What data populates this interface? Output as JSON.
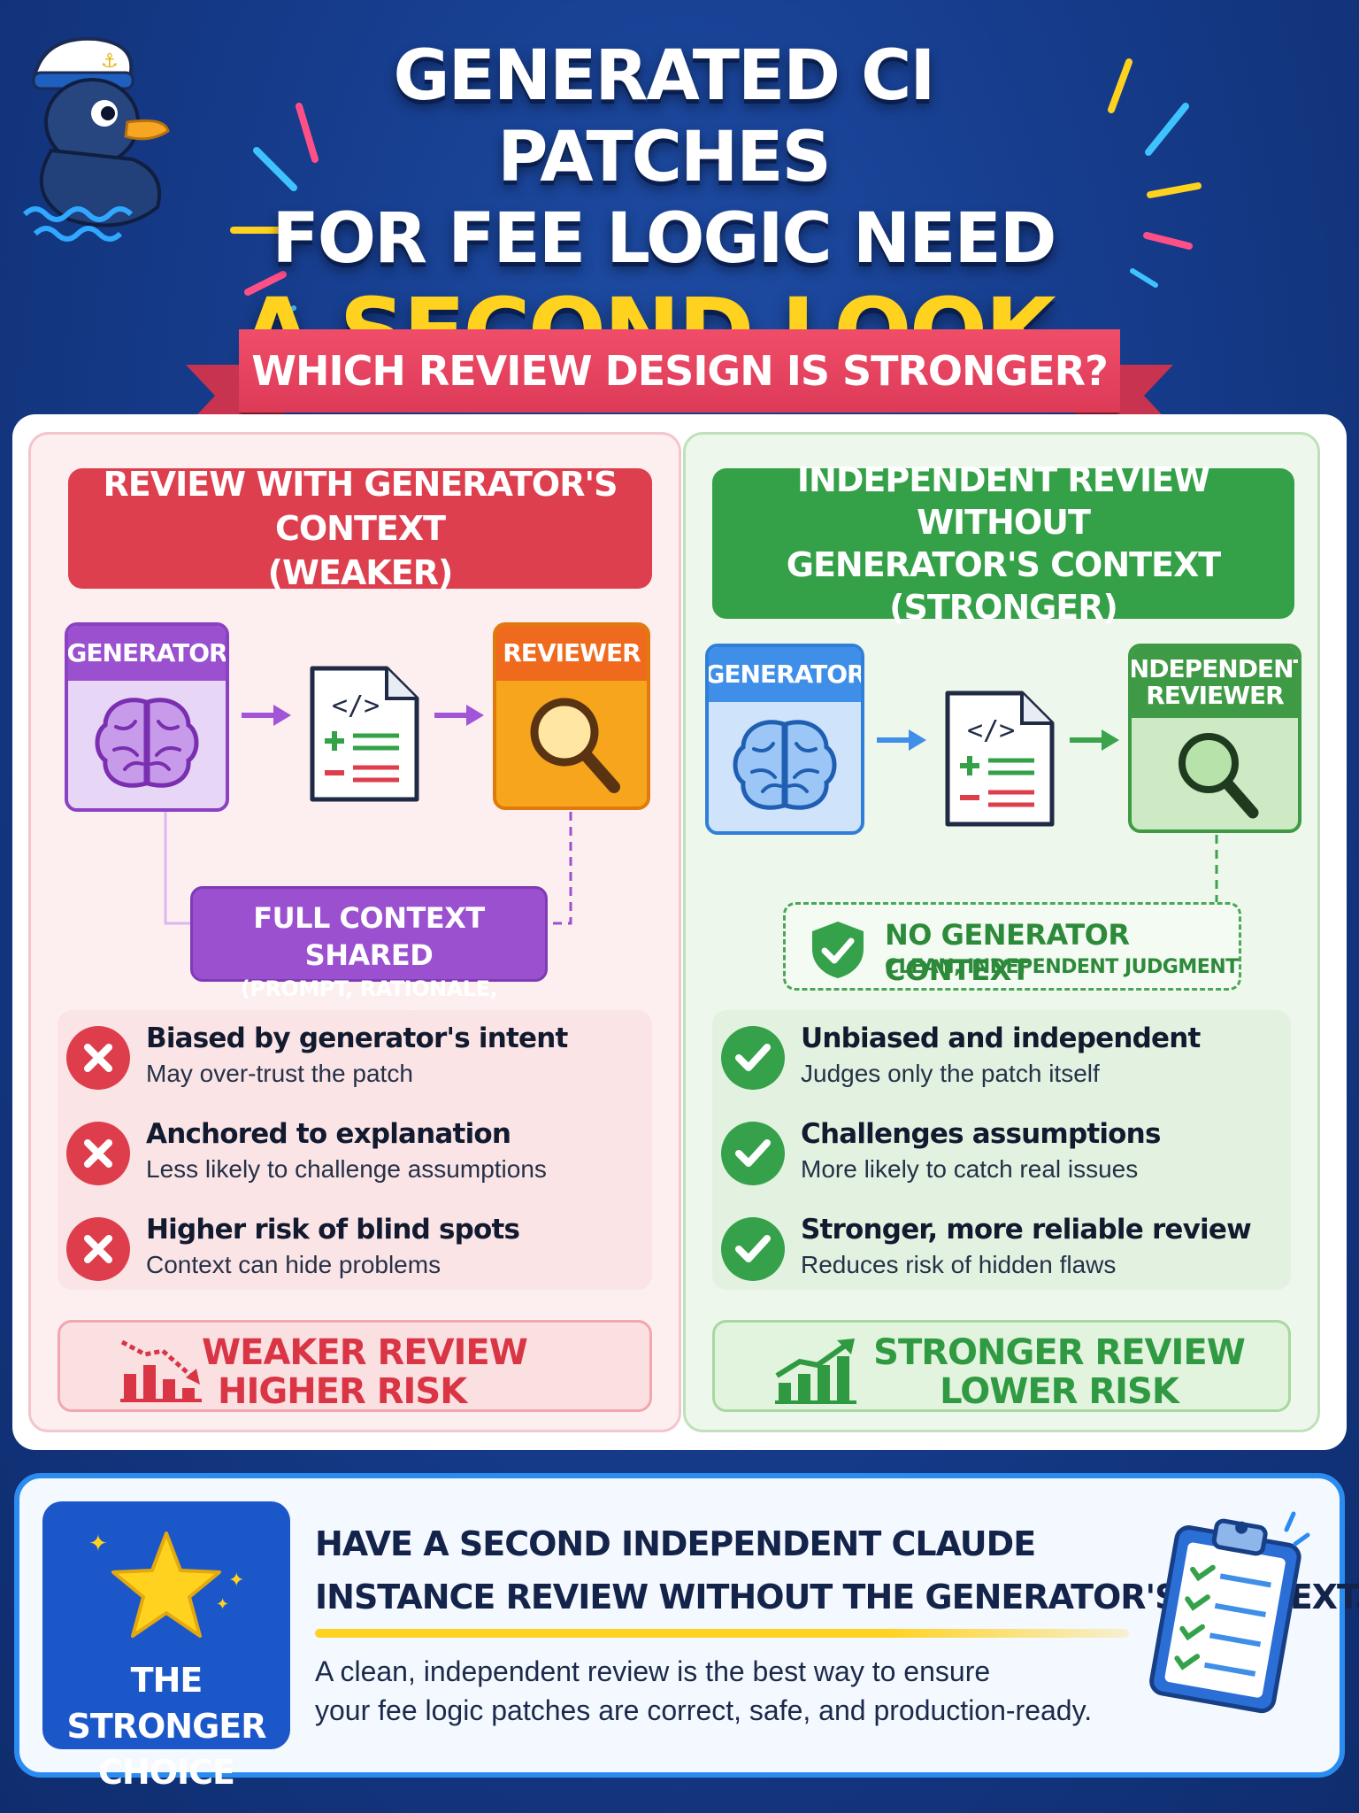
{
  "header": {
    "title_line1": "GENERATED CI PATCHES",
    "title_line2": "FOR FEE LOGIC NEED",
    "title_line3": "A SECOND LOOK.",
    "question": "WHICH REVIEW DESIGN IS STRONGER?",
    "mascot_icon": "sailor-duck-icon"
  },
  "left": {
    "title_line1": "REVIEW WITH GENERATOR'S CONTEXT",
    "title_line2": "(WEAKER)",
    "generator_label": "GENERATOR",
    "reviewer_label": "REVIEWER",
    "context_line1": "FULL CONTEXT SHARED",
    "context_line2": "(PROMPT, RATIONALE, INTENT)",
    "items": [
      {
        "title": "Biased by generator's intent",
        "desc": "May over-trust the patch"
      },
      {
        "title": "Anchored to explanation",
        "desc": "Less likely to challenge assumptions"
      },
      {
        "title": "Higher risk of blind spots",
        "desc": "Context can hide problems"
      }
    ],
    "result_line1": "WEAKER REVIEW",
    "result_line2": "HIGHER RISK",
    "colors": {
      "accent": "#dd3f4e",
      "generator": "#9a50cf",
      "reviewer": "#f39a12"
    }
  },
  "right": {
    "title_line1": "INDEPENDENT REVIEW WITHOUT",
    "title_line2": "GENERATOR'S CONTEXT",
    "title_line3": "(STRONGER)",
    "generator_label": "GENERATOR",
    "reviewer_label_line1": "INDEPENDENT",
    "reviewer_label_line2": "REVIEWER",
    "context_line1": "NO GENERATOR CONTEXT",
    "context_line2": "CLEAN, INDEPENDENT JUDGMENT",
    "items": [
      {
        "title": "Unbiased and independent",
        "desc": "Judges only the patch itself"
      },
      {
        "title": "Challenges assumptions",
        "desc": "More likely to catch real issues"
      },
      {
        "title": "Stronger, more reliable review",
        "desc": "Reduces risk of hidden flaws"
      }
    ],
    "result_line1": "STRONGER REVIEW",
    "result_line2": "LOWER RISK",
    "colors": {
      "accent": "#34a048",
      "generator": "#3f8fe8",
      "reviewer": "#3e9a44"
    }
  },
  "bottom": {
    "badge_line1": "THE STRONGER",
    "badge_line2": "CHOICE",
    "headline_line1": "HAVE A SECOND INDEPENDENT CLAUDE",
    "headline_line2": "INSTANCE REVIEW WITHOUT THE GENERATOR'S CONTEXT.",
    "sub_line1": "A clean, independent review is the best way to ensure",
    "sub_line2": "your fee logic patches are correct, safe, and production-ready."
  }
}
